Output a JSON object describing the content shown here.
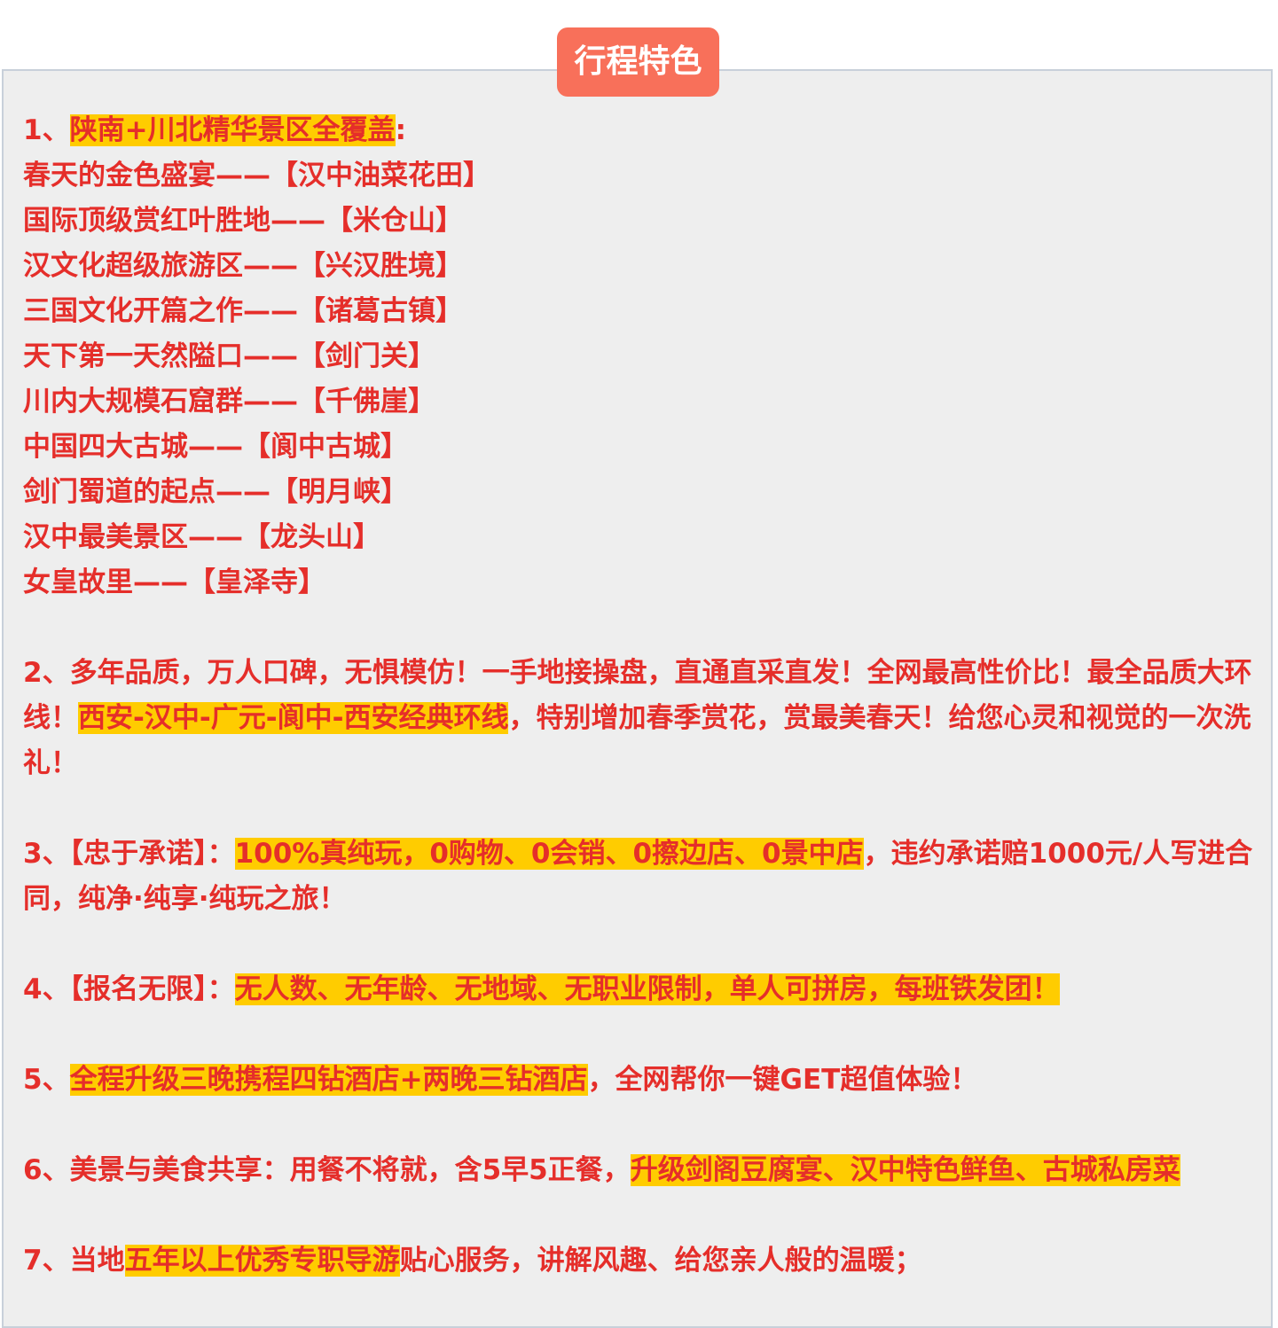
{
  "badge": "行程特色",
  "s1": {
    "prefix": "1、",
    "highlight": "陕南+川北精华景区全覆盖",
    "suffix": ":",
    "items": [
      "春天的金色盛宴——【汉中油菜花田】",
      "国际顶级赏红叶胜地——【米仓山】",
      "汉文化超级旅游区——【兴汉胜境】",
      "三国文化开篇之作——【诸葛古镇】",
      "天下第一天然隘口——【剑门关】",
      "川内大规模石窟群——【千佛崖】",
      "中国四大古城——【阆中古城】",
      "剑门蜀道的起点——【明月峡】",
      "汉中最美景区——【龙头山】",
      "女皇故里——【皇泽寺】"
    ]
  },
  "s2": {
    "a": "2、多年品质，万人口碑，无惧模仿！一手地接操盘，直通直采直发！全网最高性价比！最全品质大环线！",
    "hl": "西安-汉中-广元-阆中-西安经典环线",
    "b": "，特别增加春季赏花，赏最美春天！给您心灵和视觉的一次洗礼！"
  },
  "s3": {
    "a": "3、【忠于承诺】：",
    "hl": "100%真纯玩，0购物、0会销、0擦边店、0景中店",
    "b": "，违约承诺赔1000元/人写进合同，纯净·纯享·纯玩之旅！"
  },
  "s4": {
    "a": "4、【报名无限】：",
    "hl": "无人数、无年龄、无地域、无职业限制，单人可拼房，每班铁发团！"
  },
  "s5": {
    "a": "5、",
    "hl": "全程升级三晚携程四钻酒店+两晚三钻酒店",
    "b": "，全网帮你一键GET超值体验！"
  },
  "s6": {
    "a": "6、美景与美食共享：用餐不将就，含5早5正餐，",
    "hl": "升级剑阁豆腐宴、汉中特色鲜鱼、古城私房菜"
  },
  "s7": {
    "a": "7、当地",
    "hl": "五年以上优秀专职导游",
    "b": "贴心服务，讲解风趣、给您亲人般的温暖；"
  },
  "colors": {
    "text": "#e52e2a",
    "highlight": "#ffcc00",
    "badge": "#f8705a",
    "panel": "#eeeeee"
  }
}
